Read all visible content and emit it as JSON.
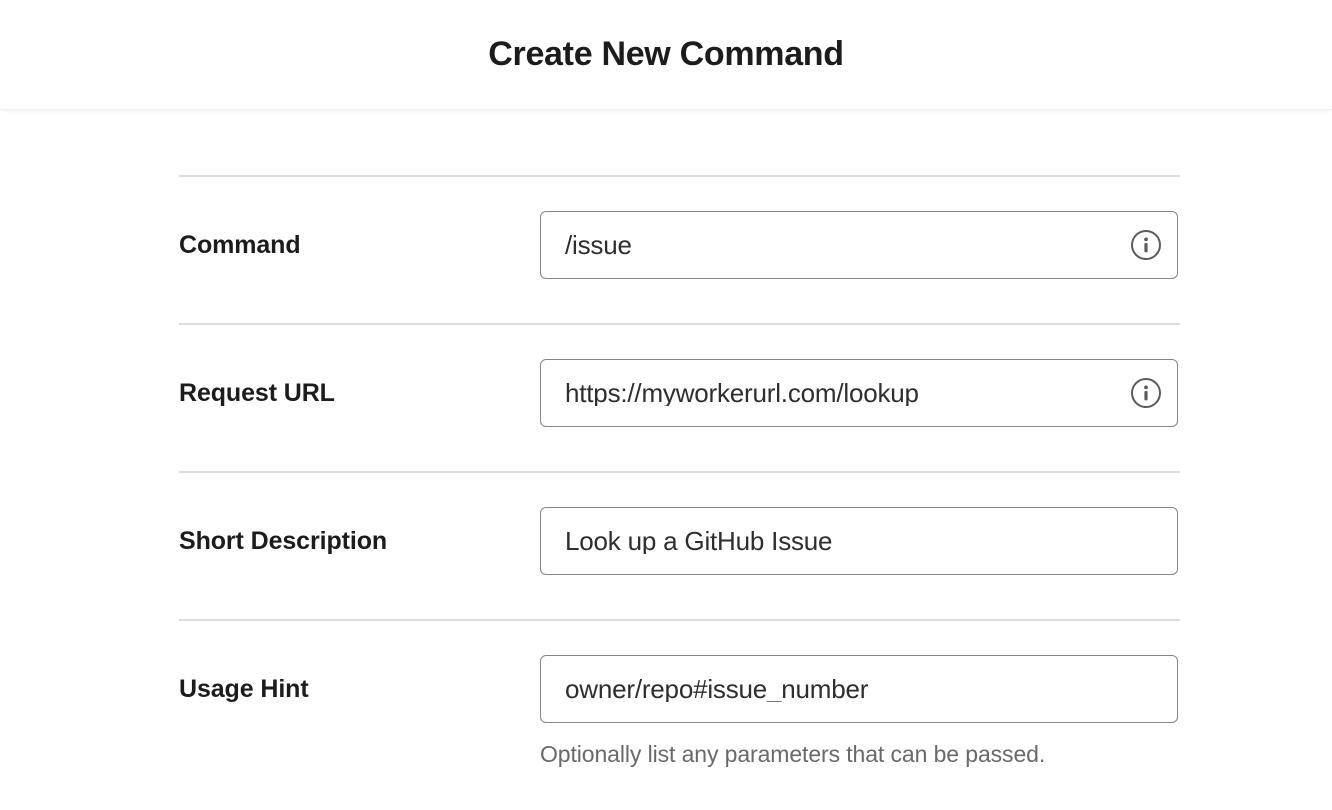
{
  "header": {
    "title": "Create New Command"
  },
  "form": {
    "rows": [
      {
        "label": "Command",
        "value": "/issue",
        "has_info_icon": true,
        "info_icon": "info-circle-icon",
        "help_text": null
      },
      {
        "label": "Request URL",
        "value": "https://myworkerurl.com/lookup",
        "has_info_icon": true,
        "info_icon": "info-circle-icon",
        "help_text": null
      },
      {
        "label": "Short Description",
        "value": "Look up a GitHub Issue",
        "has_info_icon": false,
        "info_icon": null,
        "help_text": null
      },
      {
        "label": "Usage Hint",
        "value": "owner/repo#issue_number",
        "has_info_icon": false,
        "info_icon": null,
        "help_text": "Optionally list any parameters that can be passed."
      }
    ]
  },
  "colors": {
    "page_background": "#ffffff",
    "title_text": "#1d1c1d",
    "label_text": "#1d1c1d",
    "input_text": "#2e2e2e",
    "input_border": "#868686",
    "divider": "#dddddd",
    "help_text": "#696969",
    "icon_stroke": "#5c5c5c"
  }
}
